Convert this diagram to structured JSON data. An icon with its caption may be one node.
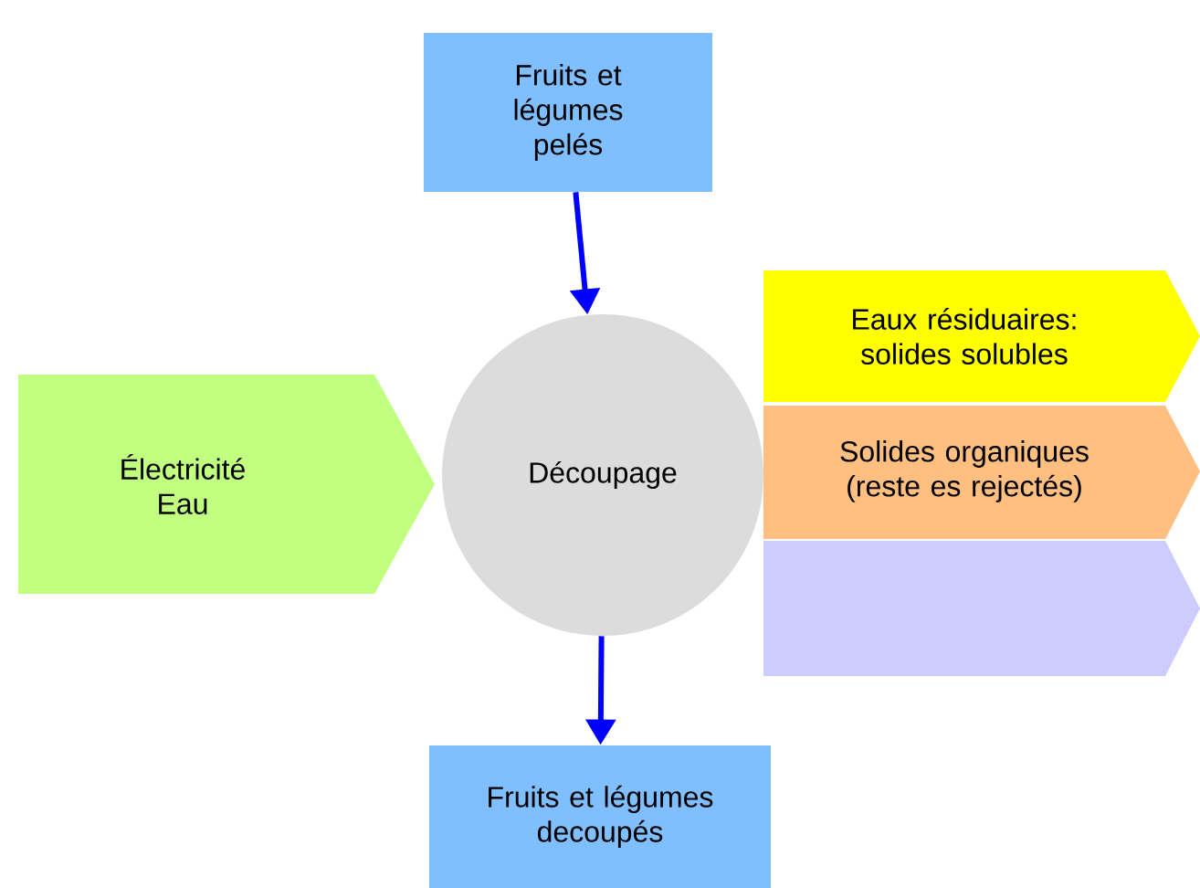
{
  "diagram": {
    "nodes": [
      {
        "text": [
          "Fruits et légumes pelés"
        ]
      },
      {
        "text": [
          "Découpage"
        ]
      },
      {
        "text": [
          "Fruits et légumes decoupés"
        ]
      },
      {
        "text": [
          "Électricité Eau"
        ]
      },
      {
        "text": [
          "Eaux résiduaires: solides solubles"
        ]
      },
      {
        "text": [
          "Solides organiques (reste es rejectés)"
        ]
      },
      {
        "text": [],
        "shape": "box"
      }
    ],
    "edges": [
      {
        "from": 0,
        "to": 1,
        "arrow": "to"
      },
      {
        "from": 1,
        "to": 2,
        "arrow": "to"
      }
    ]
  }
}
